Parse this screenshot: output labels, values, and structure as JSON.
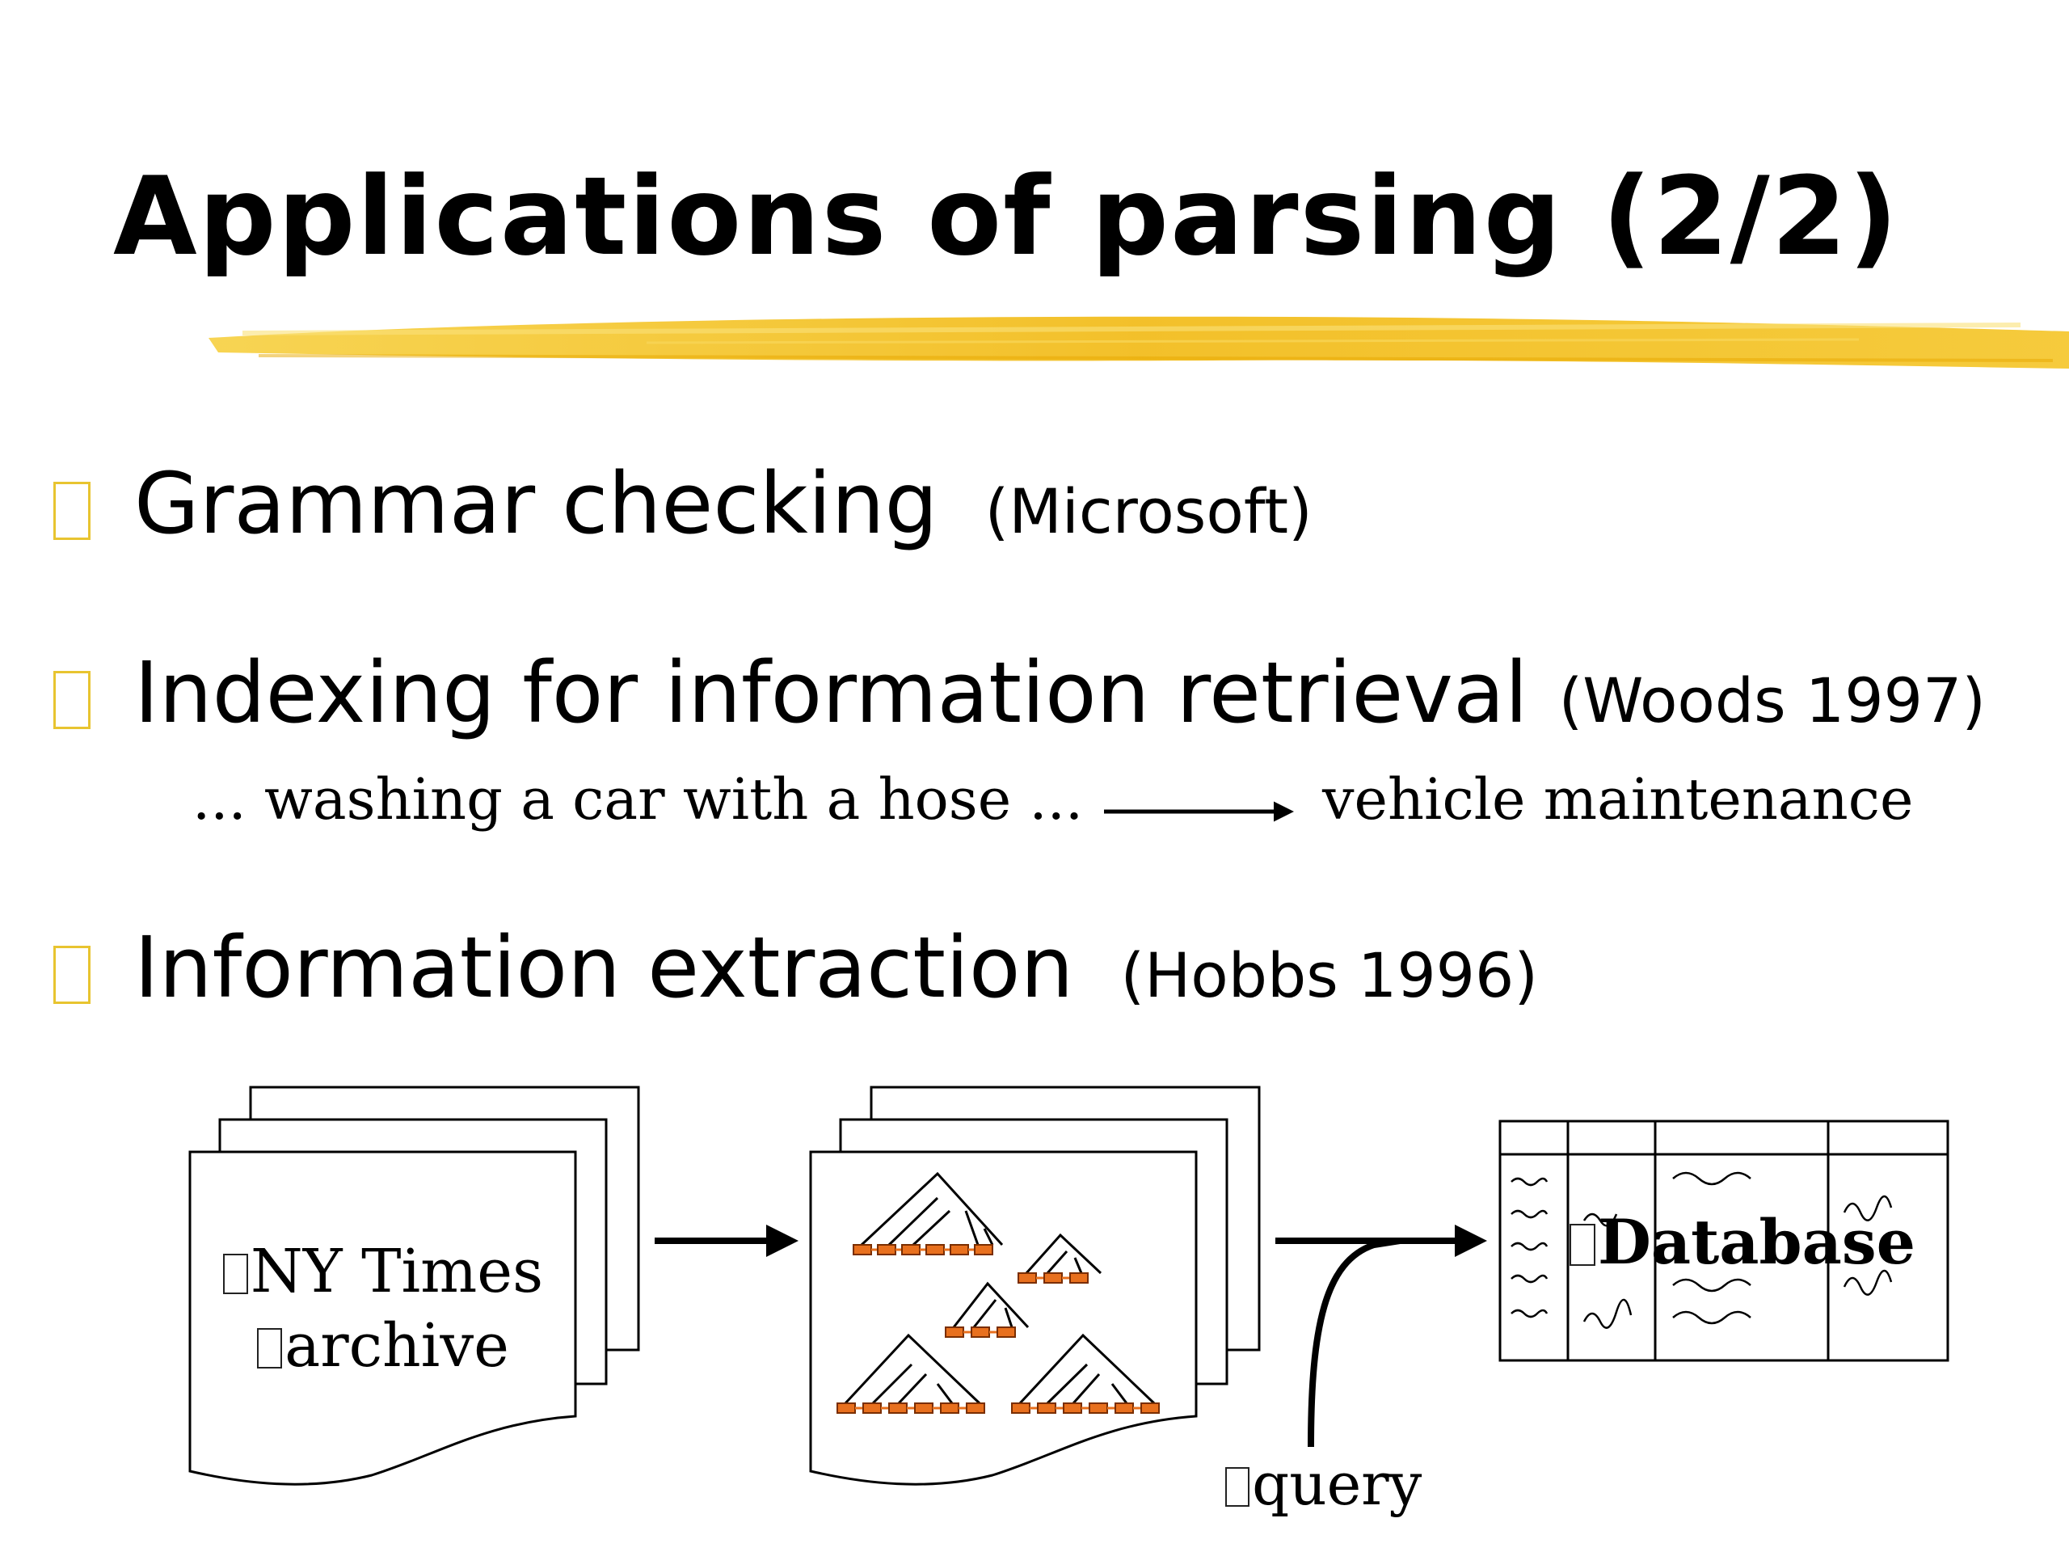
{
  "slide": {
    "title": "Applications of parsing (2/2)",
    "accent_color": "#f2c12e",
    "bullets": [
      {
        "text": "Grammar checking",
        "ref": "(Microsoft)"
      },
      {
        "text": "Indexing for information retrieval",
        "ref": "(Woods 1997)"
      },
      {
        "text": "Information extraction",
        "ref": "(Hobbs 1996)"
      }
    ],
    "example": {
      "source": "... washing a car with a hose ...",
      "target": "vehicle maintenance"
    },
    "diagram": {
      "archive_line1": "NY Times",
      "archive_line2": "archive",
      "database_label": "Database",
      "query_label": "query",
      "tree_node_color": "#e8701e"
    }
  }
}
